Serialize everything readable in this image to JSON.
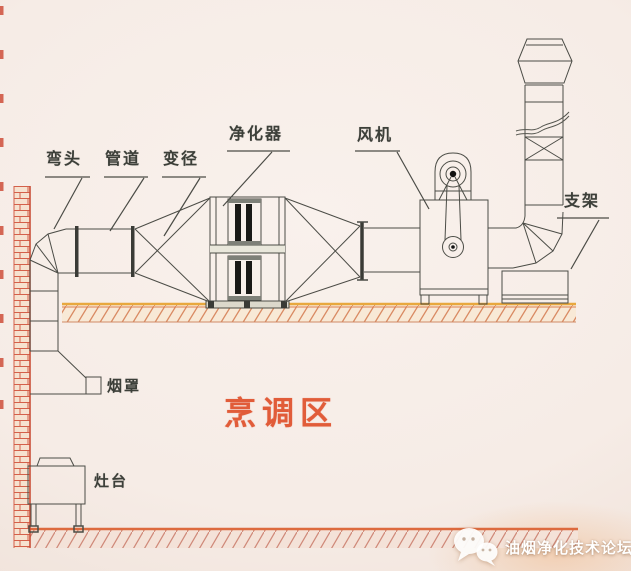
{
  "diagram": {
    "labels": {
      "elbow": "弯头",
      "duct": "管道",
      "reducer": "变径",
      "purifier": "净化器",
      "fan": "风机",
      "support": "支架",
      "hood": "烟罩",
      "stove": "灶台"
    },
    "cooking_area": "烹调区",
    "watermark": "油烟净化技术论坛",
    "colors": {
      "line": "#4b4c46",
      "label_text": "#3c3f39",
      "cooking_area_text": "#e15c39",
      "wall_brick": "#d4604a",
      "ceiling_hatch": "#d98a62",
      "ceiling_top_line": "#e8a83e",
      "floor_line": "#dd6a3e",
      "filter_bar": "#191916",
      "background": "#f7efe9",
      "watermark_text": "#ffffff"
    }
  }
}
